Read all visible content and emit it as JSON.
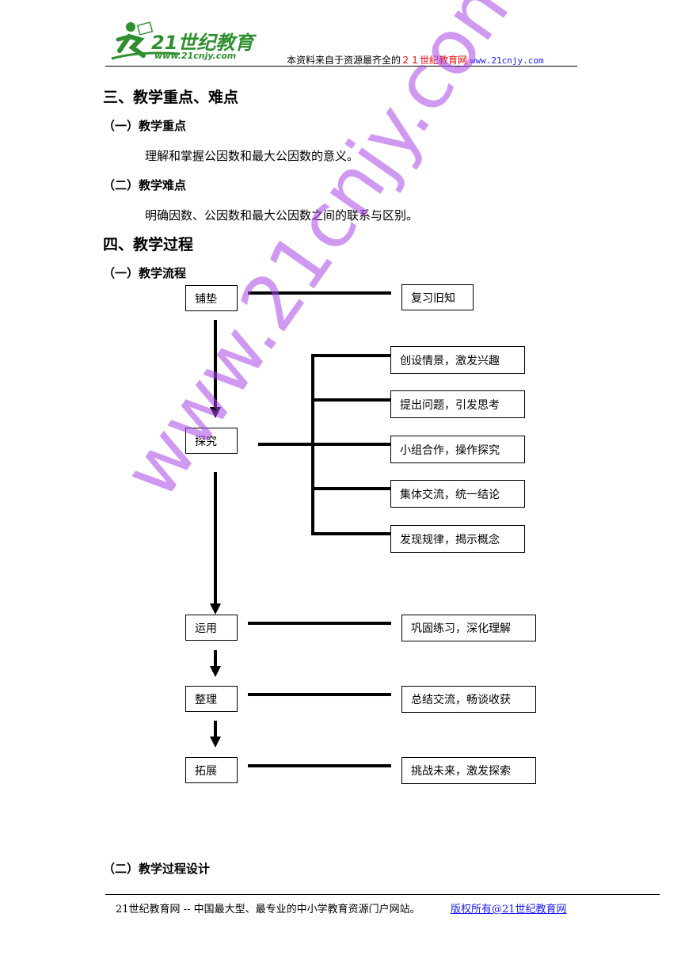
{
  "header": {
    "logo_text": "21世纪教育",
    "logo_url": "www.21cnjy.com",
    "note_prefix": "本资料来自于资源最齐全的",
    "note_brand": "２１世纪教育网",
    "note_url": "www.21cnjy.com",
    "colors": {
      "logo_green": "#2f8f2f",
      "brand_red": "#e00000",
      "link_blue": "#1a1aff"
    }
  },
  "sections": {
    "s3_title": "三、教学重点、难点",
    "s3_1_title": "（一）教学重点",
    "s3_1_text": "理解和掌握公因数和最大公因数的意义。",
    "s3_2_title": "（二）教学难点",
    "s3_2_text": "明确因数、公因数和最大公因数之间的联系与区别。",
    "s4_title": "四、教学过程",
    "s4_1_title": "（一）教学流程",
    "s4_2_title": "（二）教学过程设计"
  },
  "flow": {
    "stages": {
      "pudian": "铺垫",
      "tanjiu": "探究",
      "yunyong": "运用",
      "zhengli": "整理",
      "tuozhan": "拓展"
    },
    "details": {
      "pudian": "复习旧知",
      "tanjiu": [
        "创设情景，激发兴趣",
        "提出问题，引发思考",
        "小组合作，操作探究",
        "集体交流，统一结论",
        "发现规律，揭示概念"
      ],
      "yunyong": "巩固练习，深化理解",
      "zhengli": "总结交流，畅谈收获",
      "tuozhan": "挑战未来，激发探索"
    }
  },
  "watermark": "www.21cnjy.com",
  "footer": {
    "left": "21世纪教育网 -- 中国最大型、最专业的中小学教育资源门户网站。",
    "right": "版权所有@21世纪教育网"
  }
}
